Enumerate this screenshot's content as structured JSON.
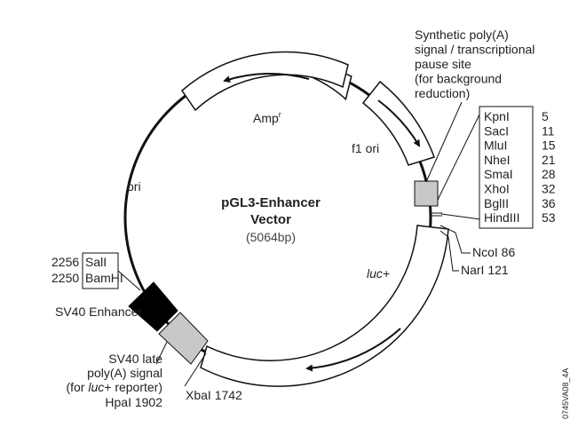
{
  "vector": {
    "name_line1": "pGL3-Enhancer",
    "name_line2": "Vector",
    "size": "(5064bp)"
  },
  "features": {
    "amp": "Amp",
    "amp_sup": "r",
    "f1_ori": "f1 ori",
    "ori": "ori",
    "luc": "luc+",
    "sv40_enhancer": "SV40 Enhancer"
  },
  "synthetic_polya": [
    "Synthetic poly(A)",
    "signal / transcriptional",
    "pause site",
    "(for background",
    "reduction)"
  ],
  "mcs": [
    {
      "enzyme": "KpnI",
      "pos": "5"
    },
    {
      "enzyme": "SacI",
      "pos": "11"
    },
    {
      "enzyme": "MluI",
      "pos": "15"
    },
    {
      "enzyme": "NheI",
      "pos": "21"
    },
    {
      "enzyme": "SmaI",
      "pos": "28"
    },
    {
      "enzyme": "XhoI",
      "pos": "32"
    },
    {
      "enzyme": "BglII",
      "pos": "36"
    },
    {
      "enzyme": "HindIII",
      "pos": "53"
    }
  ],
  "sites": {
    "ncoi": "NcoI 86",
    "nari": "NarI 121",
    "xbai": "XbaI 1742"
  },
  "left_box": [
    {
      "pos": "2256",
      "enzyme": "SalI"
    },
    {
      "pos": "2250",
      "enzyme": "BamHI"
    }
  ],
  "sv40_late": {
    "line1": "SV40 late",
    "line2": "poly(A) signal",
    "line3_prefix": "(for ",
    "line3_italic": "luc",
    "line3_suffix": "+ reporter)",
    "line4": "HpaI 1902"
  },
  "figure_id": "0745VA08_4A"
}
